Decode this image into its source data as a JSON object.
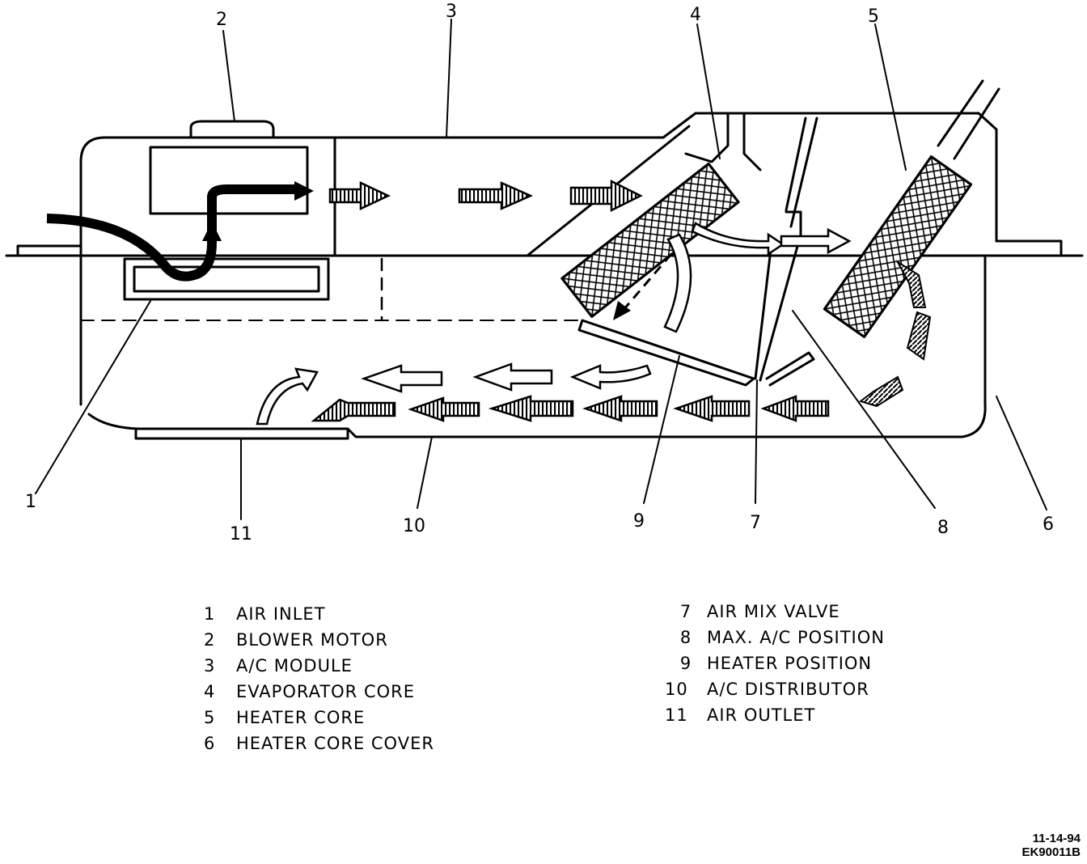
{
  "callouts": [
    "1",
    "2",
    "3",
    "4",
    "5",
    "6",
    "7",
    "8",
    "9",
    "10",
    "11"
  ],
  "legend_left": [
    {
      "num": "1",
      "label": "AIR INLET"
    },
    {
      "num": "2",
      "label": "BLOWER MOTOR"
    },
    {
      "num": "3",
      "label": "A/C MODULE"
    },
    {
      "num": "4",
      "label": "EVAPORATOR CORE"
    },
    {
      "num": "5",
      "label": "HEATER CORE"
    },
    {
      "num": "6",
      "label": "HEATER CORE COVER"
    }
  ],
  "legend_right": [
    {
      "num": "7",
      "label": "AIR MIX VALVE"
    },
    {
      "num": "8",
      "label": "MAX. A/C POSITION"
    },
    {
      "num": "9",
      "label": "HEATER POSITION"
    },
    {
      "num": "10",
      "label": "A/C DISTRIBUTOR"
    },
    {
      "num": "11",
      "label": "AIR OUTLET"
    }
  ],
  "stamp": {
    "date": "11-14-94",
    "code": "EK90011B"
  }
}
